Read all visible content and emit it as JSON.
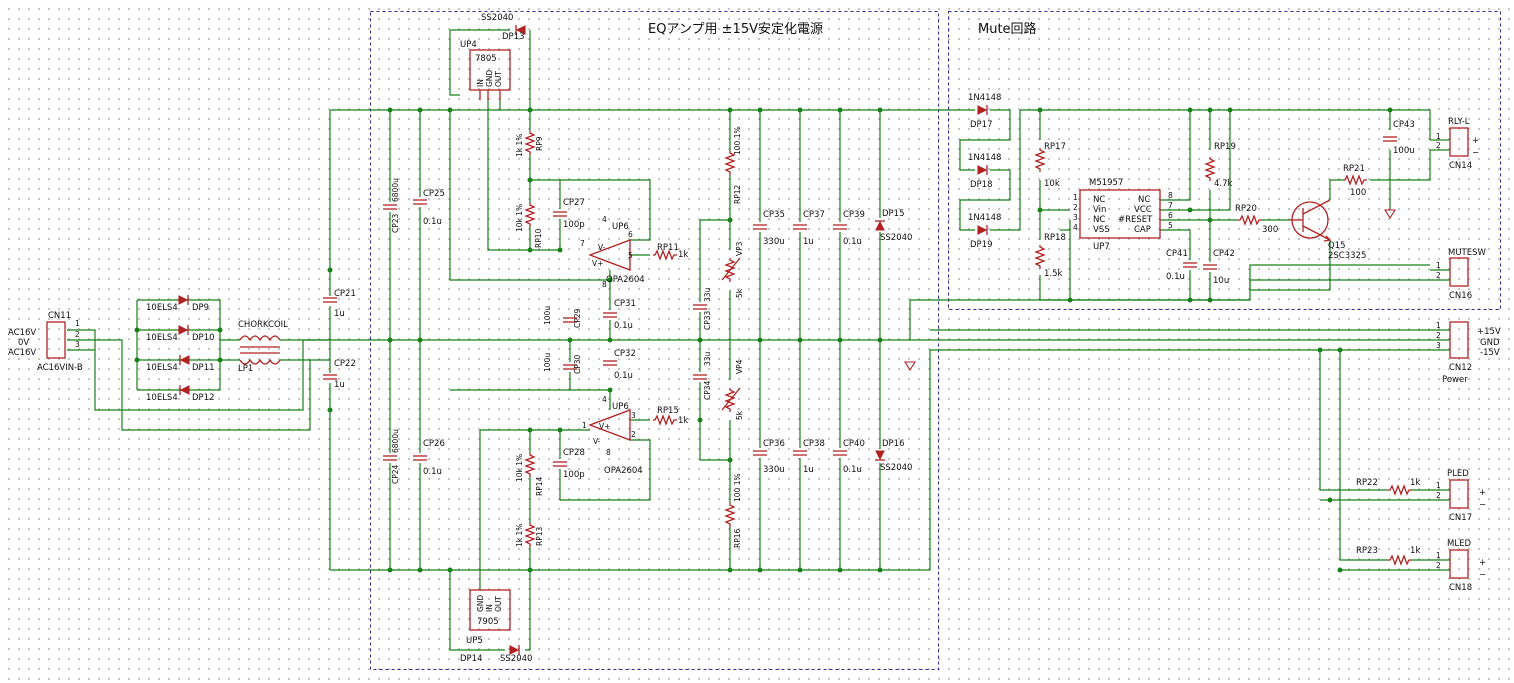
{
  "sections": {
    "eq_power_title": "EQアンプ用 ±15V安定化電源",
    "mute_title": "Mute回路"
  },
  "input": {
    "ref": "CN11",
    "part": "AC16VIN-B",
    "pins": [
      "1",
      "2",
      "3"
    ],
    "labels": [
      "AC16V",
      "0V",
      "AC16V"
    ]
  },
  "rectifier": [
    {
      "part": "10ELS4",
      "ref": "DP9"
    },
    {
      "part": "10ELS4",
      "ref": "DP10"
    },
    {
      "part": "10ELS4",
      "ref": "DP11"
    },
    {
      "part": "10ELS4",
      "ref": "DP12"
    }
  ],
  "choke": {
    "part": "CHORKCOIL",
    "ref": "LP1"
  },
  "caps_in": [
    {
      "ref": "CP21",
      "value": "1u"
    },
    {
      "ref": "CP22",
      "value": "1u"
    }
  ],
  "bulk_caps": [
    {
      "ref": "CP23",
      "value": "6800u"
    },
    {
      "ref": "CP24",
      "value": "6800u"
    },
    {
      "ref": "CP25",
      "value": "0.1u"
    },
    {
      "ref": "CP26",
      "value": "0.1u"
    }
  ],
  "regulators": [
    {
      "ref": "UP4",
      "part": "7805",
      "pins": [
        "IN",
        "GND",
        "OUT"
      ]
    },
    {
      "ref": "UP5",
      "part": "7905",
      "pins": [
        "GND",
        "IN",
        "OUT"
      ]
    }
  ],
  "protect_diodes": [
    {
      "ref": "DP13",
      "part": "SS2040"
    },
    {
      "ref": "DP14",
      "part": "SS2040"
    },
    {
      "ref": "DP15",
      "part": "SS2040"
    },
    {
      "ref": "DP16",
      "part": "SS2040"
    }
  ],
  "resistors": {
    "rp9": {
      "ref": "RP9",
      "value": "1k 1%"
    },
    "rp10": {
      "ref": "RP10",
      "value": "10k 1%"
    },
    "rp11": {
      "ref": "RP11",
      "value": "1k"
    },
    "rp12": {
      "ref": "RP12",
      "value": "100 1%"
    },
    "rp13": {
      "ref": "RP13",
      "value": "1k 1%"
    },
    "rp14": {
      "ref": "RP14",
      "value": "10k 1%"
    },
    "rp15": {
      "ref": "RP15",
      "value": "1k"
    },
    "rp16": {
      "ref": "RP16",
      "value": "100 1%"
    }
  },
  "opamps": [
    {
      "ref": "UP6",
      "part": "OPA2604",
      "pins": [
        "7",
        "6",
        "5",
        "4",
        "8"
      ]
    },
    {
      "ref": "UP6",
      "part": "OPA2604",
      "pins": [
        "1",
        "3",
        "2",
        "4",
        "8"
      ]
    }
  ],
  "pots": [
    {
      "ref": "VP3",
      "value": "5k"
    },
    {
      "ref": "VP4",
      "value": "5k"
    }
  ],
  "caps_mid": [
    {
      "ref": "CP27",
      "value": "100p"
    },
    {
      "ref": "CP28",
      "value": "100p"
    },
    {
      "ref": "CP29",
      "value": "100u"
    },
    {
      "ref": "CP30",
      "value": "100u"
    },
    {
      "ref": "CP31",
      "value": "0.1u"
    },
    {
      "ref": "CP32",
      "value": "0.1u"
    },
    {
      "ref": "CP33",
      "value": "33u"
    },
    {
      "ref": "CP34",
      "value": "33u"
    }
  ],
  "caps_out": [
    {
      "ref": "CP35",
      "value": "330u"
    },
    {
      "ref": "CP37",
      "value": "1u"
    },
    {
      "ref": "CP39",
      "value": "0.1u"
    },
    {
      "ref": "CP36",
      "value": "330u"
    },
    {
      "ref": "CP38",
      "value": "1u"
    },
    {
      "ref": "CP40",
      "value": "0.1u"
    }
  ],
  "mute": {
    "diodes": [
      {
        "part": "1N4148",
        "ref": "DP17"
      },
      {
        "part": "1N4148",
        "ref": "DP18"
      },
      {
        "part": "1N4148",
        "ref": "DP19"
      }
    ],
    "rp17": {
      "ref": "RP17",
      "value": "10k"
    },
    "rp18": {
      "ref": "RP18",
      "value": "1.5k"
    },
    "rp19": {
      "ref": "RP19",
      "value": "4.7k"
    },
    "rp20": {
      "ref": "RP20",
      "value": "300"
    },
    "rp21": {
      "ref": "RP21",
      "value": "100"
    },
    "ic": {
      "ref": "UP7",
      "part": "M51957",
      "left_pins": [
        "1",
        "2",
        "3",
        "4"
      ],
      "left_names": [
        "NC",
        "Vin",
        "NC",
        "VSS"
      ],
      "right_pins": [
        "8",
        "7",
        "6",
        "5"
      ],
      "right_names": [
        "NC",
        "VCC",
        "#RESET",
        "CAP"
      ]
    },
    "cp41": {
      "ref": "CP41",
      "value": "0.1u"
    },
    "cp42": {
      "ref": "CP42",
      "value": "10u"
    },
    "cp43": {
      "ref": "CP43",
      "value": "100u"
    },
    "q15": {
      "ref": "Q15",
      "part": "2SC3325"
    }
  },
  "connectors": {
    "rly": {
      "title": "RLY-L",
      "ref": "CN14",
      "pins": [
        "1",
        "2"
      ],
      "signs": [
        "+",
        "−"
      ]
    },
    "mutesw": {
      "title": "MUTESW",
      "ref": "CN16",
      "pins": [
        "1",
        "2"
      ]
    },
    "power": {
      "ref": "CN12",
      "name": "Power",
      "pins": [
        "1",
        "2",
        "3"
      ],
      "labels": [
        "+15V",
        "GND",
        "-15V"
      ]
    },
    "pled": {
      "title": "PLED",
      "ref": "CN17",
      "pins": [
        "1",
        "2"
      ],
      "signs": [
        "+",
        "−"
      ]
    },
    "mled": {
      "title": "MLED",
      "ref": "CN18",
      "pins": [
        "1",
        "2"
      ],
      "signs": [
        "+",
        "−"
      ]
    }
  },
  "led_resistors": [
    {
      "ref": "RP22",
      "value": "1k"
    },
    {
      "ref": "RP23",
      "value": "1k"
    }
  ]
}
